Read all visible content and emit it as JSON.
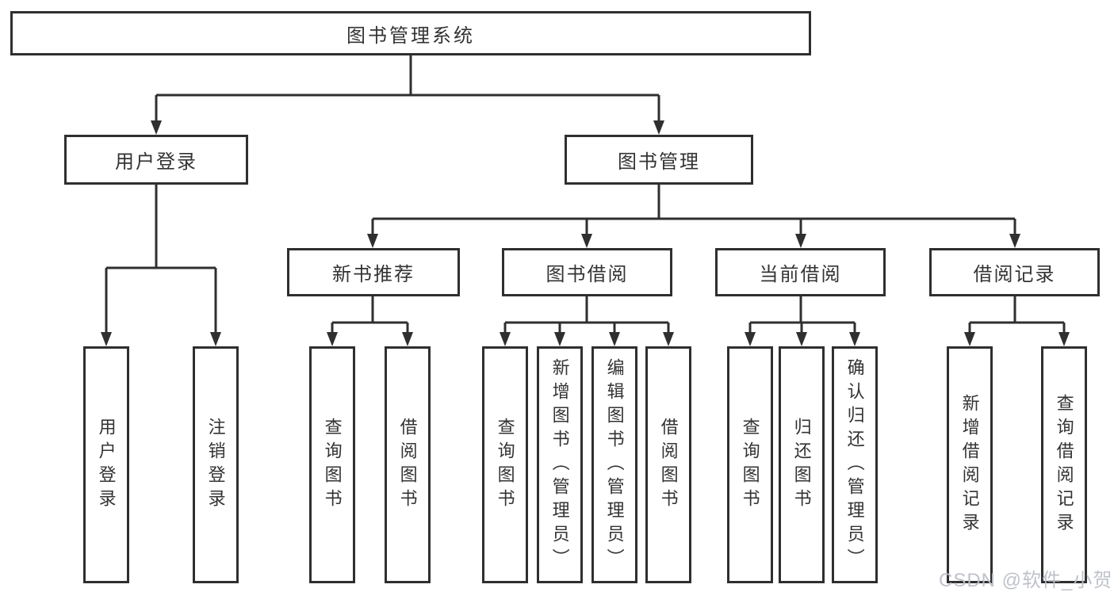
{
  "page": {
    "background_color": "#ffffff",
    "line_color": "#2f2f2f",
    "text_color": "#333333",
    "watermark_color": "#babfc6"
  },
  "diagram": {
    "root": {
      "label": "图书管理系统"
    },
    "branches": [
      {
        "label": "用户登录",
        "children": [
          {
            "label": "用户登录"
          },
          {
            "label": "注销登录"
          }
        ]
      },
      {
        "label": "图书管理",
        "children": [
          {
            "label": "新书推荐",
            "children": [
              {
                "label": "查询图书"
              },
              {
                "label": "借阅图书"
              }
            ]
          },
          {
            "label": "图书借阅",
            "children": [
              {
                "label": "查询图书"
              },
              {
                "label": "新增图书（管理员）"
              },
              {
                "label": "编辑图书（管理员）"
              },
              {
                "label": "借阅图书"
              }
            ]
          },
          {
            "label": "当前借阅",
            "children": [
              {
                "label": "查询图书"
              },
              {
                "label": "归还图书"
              },
              {
                "label": "确认归还（管理员）"
              }
            ]
          },
          {
            "label": "借阅记录",
            "children": [
              {
                "label": "新增借阅记录"
              },
              {
                "label": "查询借阅记录"
              }
            ]
          }
        ]
      }
    ],
    "watermark": "CSDN @软件_小贺同学"
  }
}
